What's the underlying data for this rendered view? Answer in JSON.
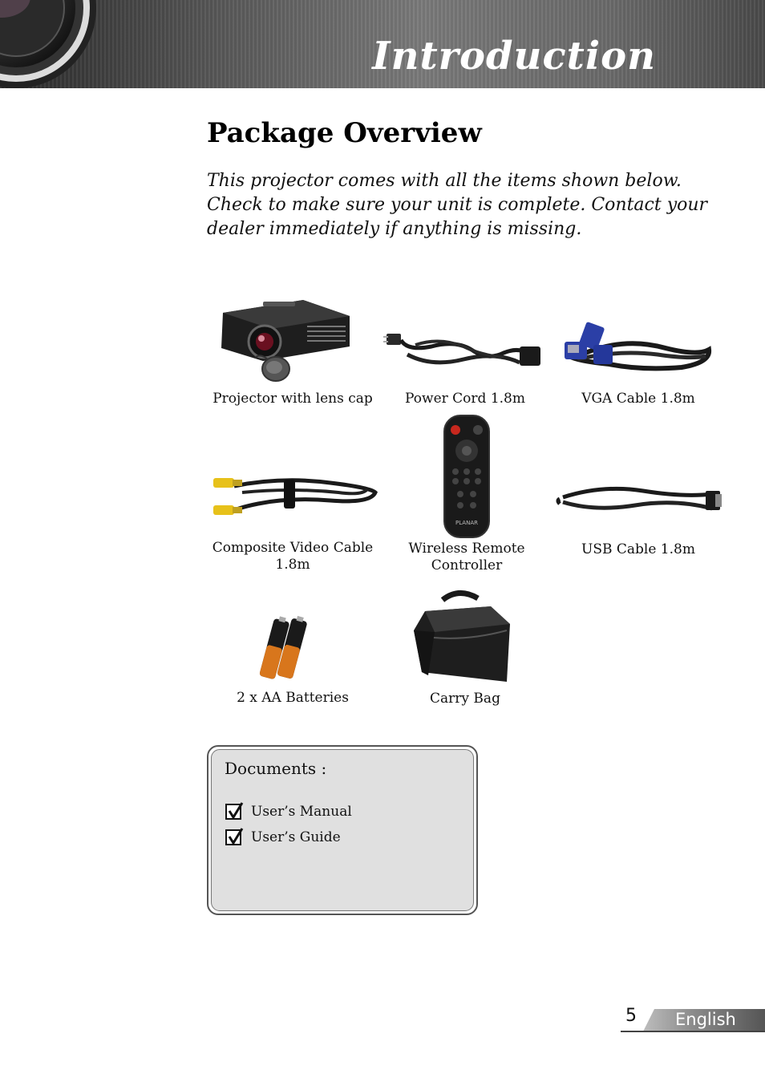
{
  "header": {
    "title": "Introduction"
  },
  "section": {
    "title": "Package Overview"
  },
  "intro": "This projector comes with all the items shown below.  Check to make sure your unit is complete.  Contact your dealer immediately if anything is missing.",
  "items": [
    {
      "caption": "Projector with lens cap",
      "icon": "projector-icon"
    },
    {
      "caption": "Power Cord 1.8m",
      "icon": "power-cord-icon"
    },
    {
      "caption": "VGA Cable 1.8m",
      "icon": "vga-cable-icon"
    },
    {
      "caption_line1": "Composite Video Cable",
      "caption_line2": "1.8m",
      "icon": "composite-cable-icon"
    },
    {
      "caption_line1": "Wireless Remote",
      "caption_line2": "Controller",
      "icon": "remote-icon",
      "brand": "PLANAR"
    },
    {
      "caption": "USB Cable 1.8m",
      "icon": "usb-cable-icon"
    },
    {
      "caption": "2 x AA Batteries",
      "icon": "batteries-icon"
    },
    {
      "caption": "Carry Bag",
      "icon": "carry-bag-icon"
    }
  ],
  "documents": {
    "title": "Documents :",
    "items": [
      "User’s Manual",
      "User’s Guide"
    ]
  },
  "footer": {
    "page": "5",
    "language": "English"
  },
  "colors": {
    "header_bg": "#5a5a5a",
    "doc_box_bg": "#e0e0e0",
    "vga_blue": "#2b3fa6",
    "rca_yellow": "#e7c11a"
  }
}
